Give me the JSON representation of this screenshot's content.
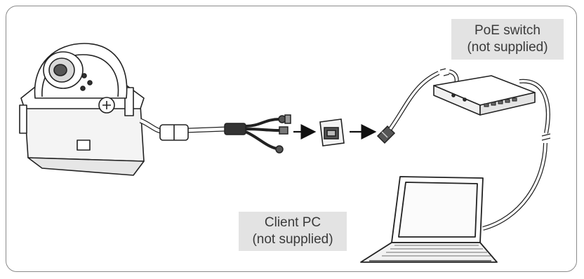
{
  "labels": {
    "poe_switch": {
      "line1": "PoE switch",
      "line2": "(not supplied)"
    },
    "client_pc": {
      "line1": "Client PC",
      "line2": "(not supplied)"
    }
  },
  "icons": [
    "dome-camera-icon",
    "ferrite-core-icon",
    "cable-connector-icon",
    "rj45-coupler-icon",
    "rj45-plug-icon",
    "poe-switch-icon",
    "laptop-icon",
    "arrow-right-icon"
  ],
  "colors": {
    "line": "#222222",
    "label_bg": "#e3e3e3",
    "label_text": "#3a3a3a",
    "frame": "#8a8a8a"
  }
}
